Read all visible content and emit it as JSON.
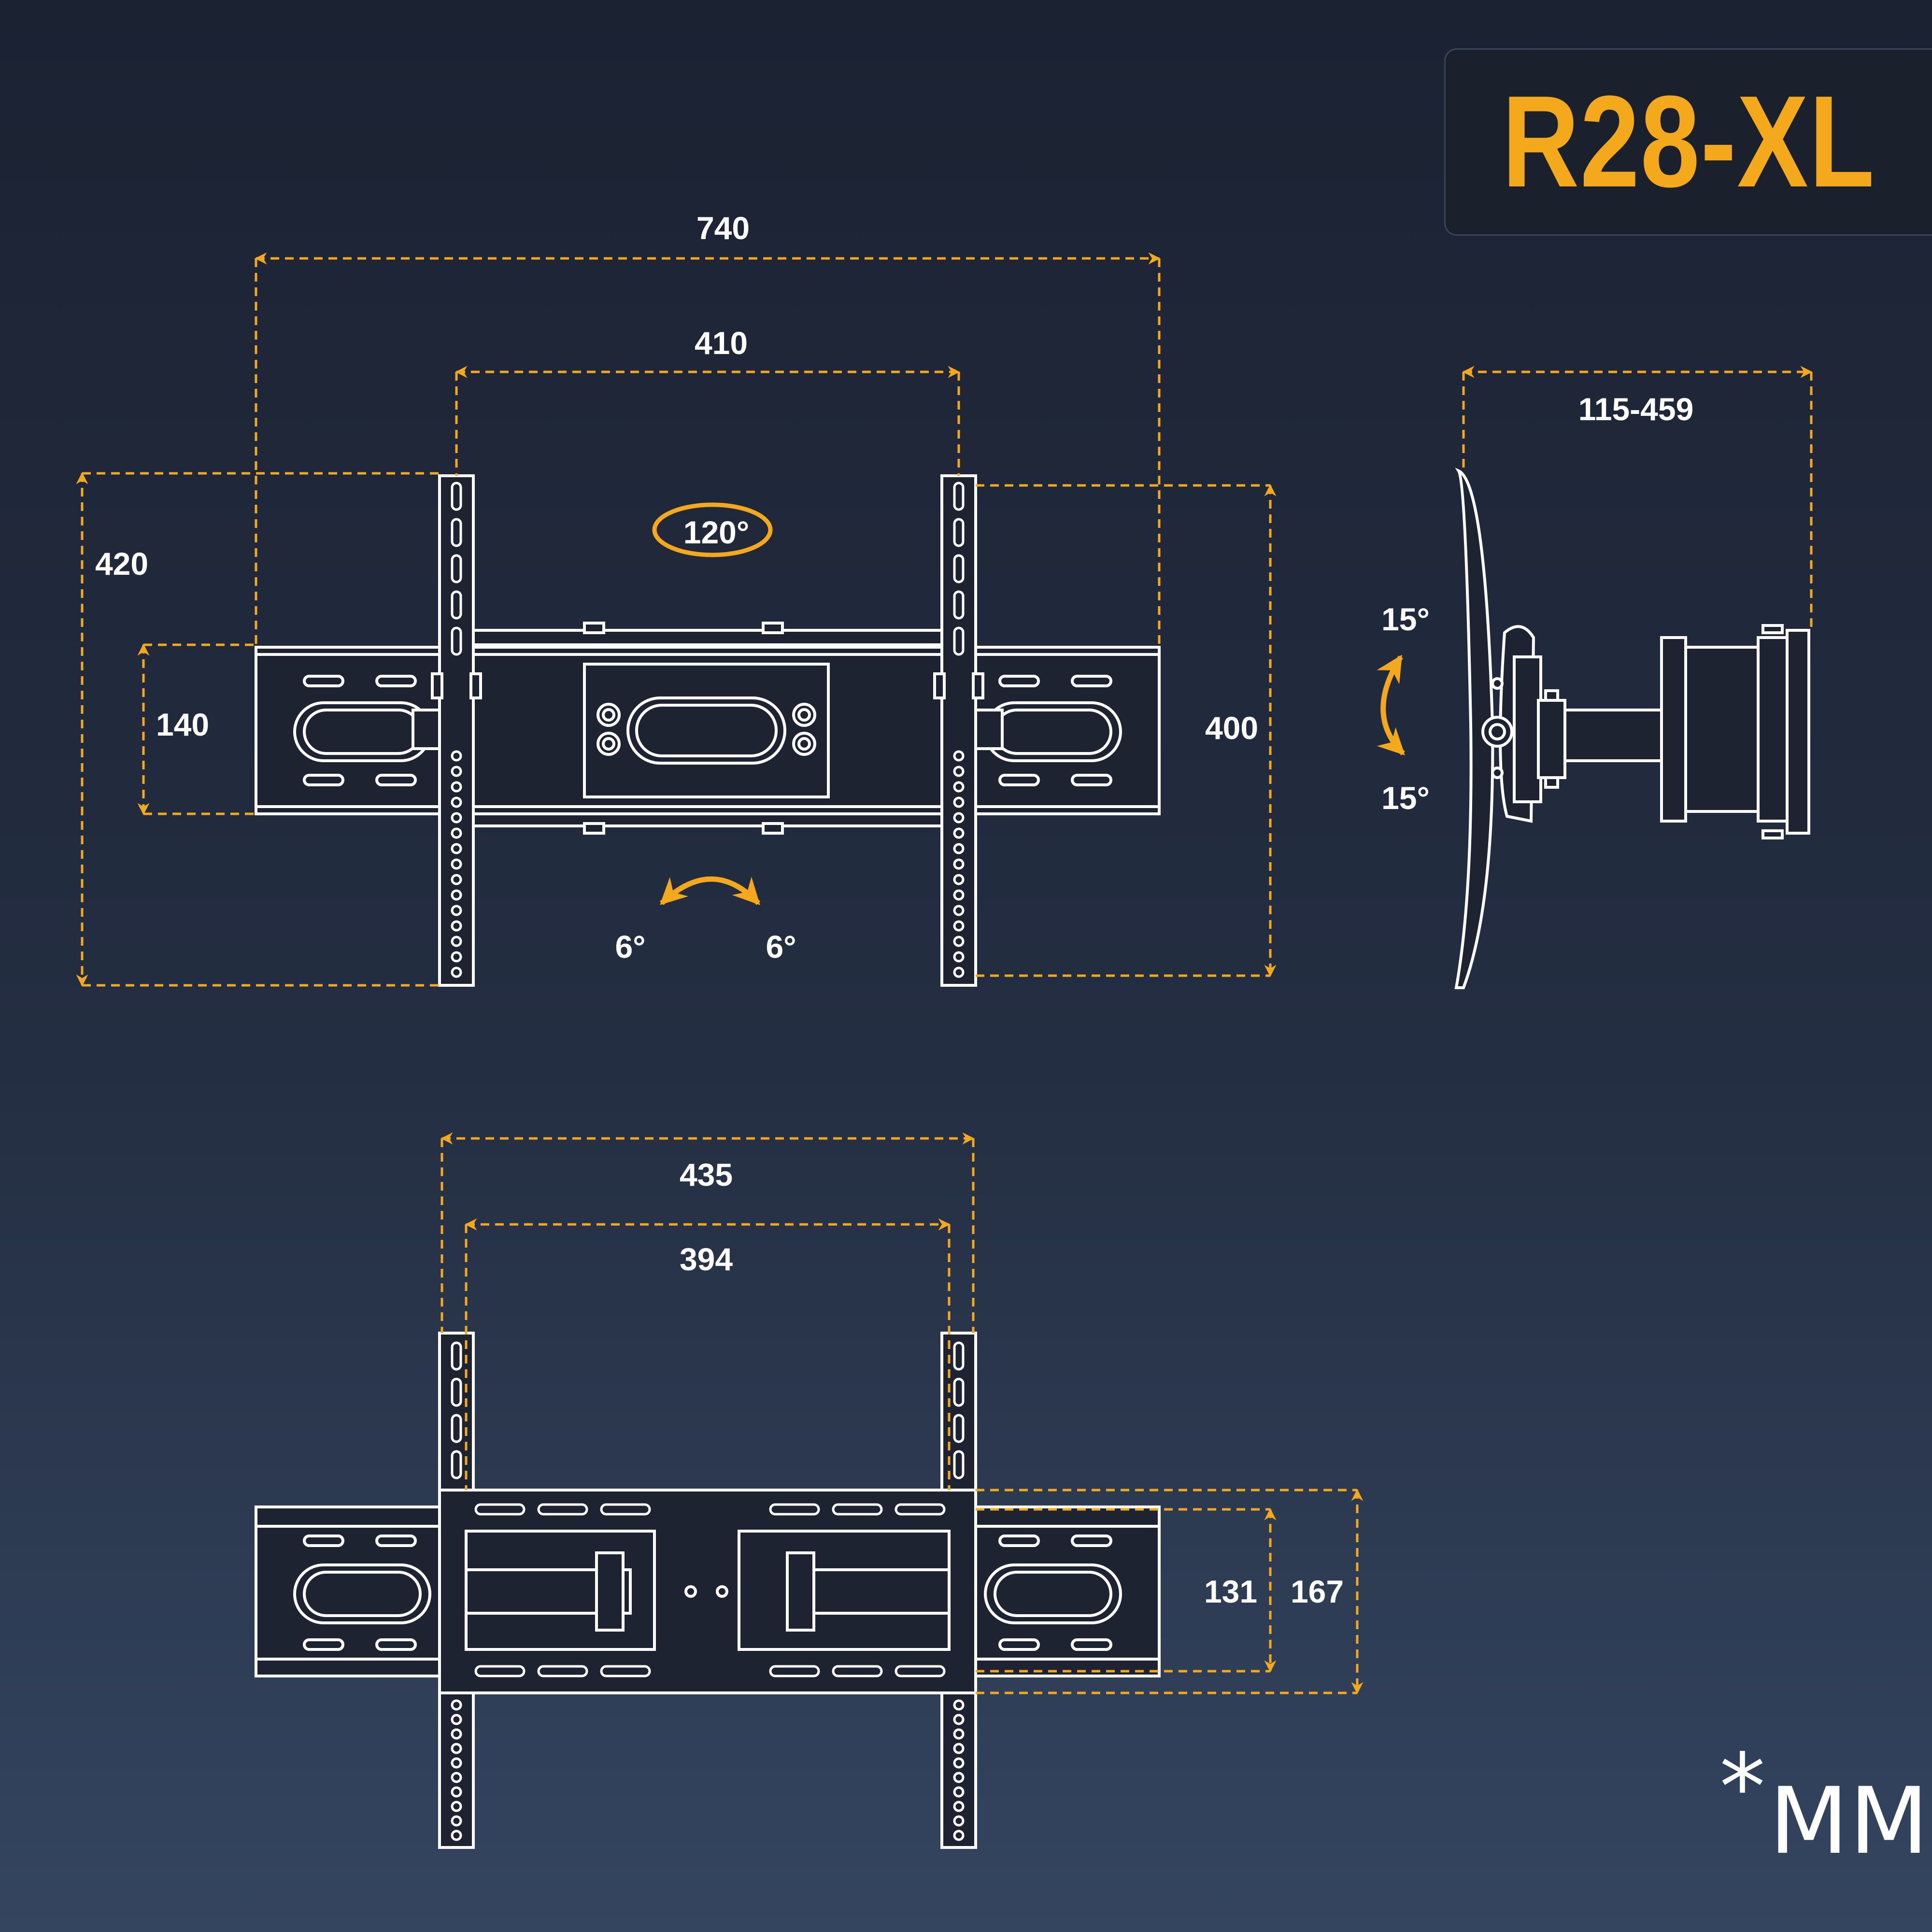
{
  "badge": {
    "model": "R28-XL"
  },
  "unit": {
    "star": "*",
    "label": "MM"
  },
  "colors": {
    "accent": "#f4a81c",
    "line": "#ffffff",
    "fill": "#1d2331",
    "badge_bg": "#1a202c"
  },
  "front_view": {
    "overall_width": "740",
    "vesa_width": "410",
    "plate_height": "420",
    "arm_height": "140",
    "rail_height": "400",
    "swivel": "120°",
    "level_left": "6°",
    "level_right": "6°"
  },
  "side_view": {
    "extension": "115-459",
    "tilt_up": "15°",
    "tilt_down": "15°"
  },
  "bottom_view": {
    "outer_width": "435",
    "inner_width": "394",
    "inner_height": "131",
    "outer_height": "167"
  }
}
